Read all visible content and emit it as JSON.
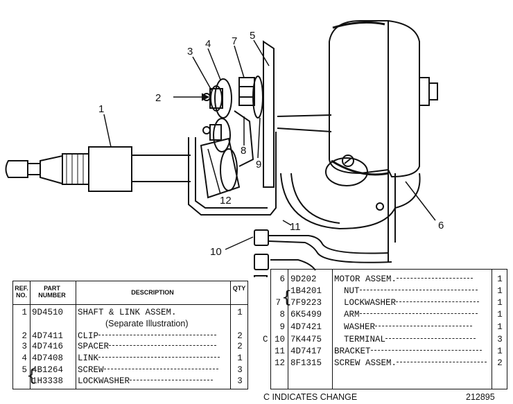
{
  "callouts": [
    "1",
    "2",
    "3",
    "4",
    "5",
    "6",
    "7",
    "8",
    "9",
    "10",
    "11",
    "12"
  ],
  "table_left": {
    "headers": {
      "ref": "REF. NO.",
      "part": "PART NUMBER",
      "desc": "DESCRIPTION",
      "qty": "QTY"
    },
    "rows": [
      {
        "ref": "1",
        "part": "9D4510",
        "desc": "SHAFT & LINK ASSEM.",
        "qty": "1"
      },
      {
        "ref": "",
        "part": "",
        "desc": "(Separate Illustration)",
        "qty": ""
      },
      {
        "ref": "2",
        "part": "4D7411",
        "desc": "CLIP",
        "qty": "2"
      },
      {
        "ref": "3",
        "part": "4D7416",
        "desc": "SPACER",
        "qty": "2"
      },
      {
        "ref": "4",
        "part": "4D7408",
        "desc": "LINK",
        "qty": "1"
      },
      {
        "ref": "5",
        "part": "4B1264",
        "desc": "SCREW",
        "qty": "3"
      },
      {
        "ref": "",
        "part": "1H3338",
        "desc": "LOCKWASHER",
        "qty": "3"
      }
    ]
  },
  "table_right": {
    "rows": [
      {
        "change": "",
        "ref": "6",
        "part": "9D202",
        "desc": "MOTOR ASSEM.",
        "qty": "1"
      },
      {
        "change": "",
        "ref": "",
        "part": "1B4201",
        "desc": "NUT",
        "qty": "1"
      },
      {
        "change": "",
        "ref": "7",
        "part": "7F9223",
        "desc": "LOCKWASHER",
        "qty": "1"
      },
      {
        "change": "",
        "ref": "8",
        "part": "6K5499",
        "desc": "ARM",
        "qty": "1"
      },
      {
        "change": "",
        "ref": "9",
        "part": "4D7421",
        "desc": "WASHER",
        "qty": "1"
      },
      {
        "change": "C",
        "ref": "10",
        "part": "7K4475",
        "desc": "TERMINAL",
        "qty": "3"
      },
      {
        "change": "",
        "ref": "11",
        "part": "4D7417",
        "desc": "BRACKET",
        "qty": "1"
      },
      {
        "change": "",
        "ref": "12",
        "part": "8F1315",
        "desc": "SCREW ASSEM.",
        "qty": "2"
      }
    ]
  },
  "footer_note": "C INDICATES CHANGE",
  "figure_number": "212895"
}
